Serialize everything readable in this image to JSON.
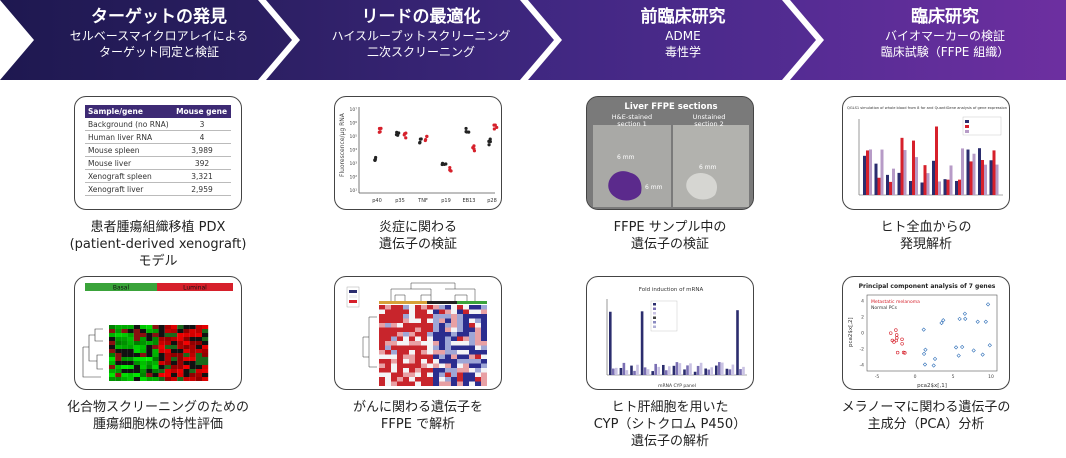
{
  "colors": {
    "banner_dark": "#221a57",
    "banner_mid": "#4a2c8c",
    "banner_light": "#6e2f9e",
    "red": "#d6202b",
    "navy": "#2b2d6e"
  },
  "stages": [
    {
      "title": "ターゲットの発見",
      "lines": [
        "セルベースマイクロアレイによる",
        "ターゲット同定と検証"
      ]
    },
    {
      "title": "リードの最適化",
      "lines": [
        "ハイスループットスクリーニング",
        "二次スクリーニング"
      ]
    },
    {
      "title": "前臨床研究",
      "lines": [
        "ADME",
        "毒性学"
      ]
    },
    {
      "title": "臨床研究",
      "lines": [
        "バイオマーカーの検証",
        "臨床試験（FFPE 組織）"
      ]
    }
  ],
  "captions": [
    [
      "患者腫瘍組織移植 PDX",
      "(patient-derived xenograft)",
      "モデル"
    ],
    [
      "炎症に関わる",
      "遺伝子の検証"
    ],
    [
      "FFPE サンプル中の",
      "遺伝子の検証"
    ],
    [
      "ヒト全血からの",
      "発現解析"
    ],
    [
      "化合物スクリーニングのための",
      "腫瘍細胞株の特性評価"
    ],
    [
      "がんに関わる遺伝子を",
      "FFPE で解析"
    ],
    [
      "ヒト肝細胞を用いた",
      "CYP（シトクロム P450）",
      "遺伝子の解析"
    ],
    [
      "メラノーマに関わる遺伝子の",
      "主成分（PCA）分析"
    ]
  ],
  "pdx_table": {
    "headers": [
      "Sample/gene",
      "Mouse gene"
    ],
    "rows": [
      [
        "Background (no RNA)",
        "3"
      ],
      [
        "Human liver RNA",
        "4"
      ],
      [
        "Mouse spleen",
        "3,989"
      ],
      [
        "Mouse liver",
        "392"
      ],
      [
        "Xenograft spleen",
        "3,321"
      ],
      [
        "Xenograft liver",
        "2,959"
      ]
    ]
  },
  "inflammation_chart": {
    "ylabel": "Fluorescence/µg RNA",
    "categories": [
      "p40",
      "p35",
      "TNF",
      "p19",
      "EB13",
      "p28"
    ],
    "yticks": [
      "10⁷",
      "10⁶",
      "10⁵",
      "10⁴",
      "10³",
      "10²",
      "10¹"
    ]
  },
  "ffpe_image": {
    "title": "Liver FFPE sections",
    "left_label": [
      "H&E-stained",
      "section 1"
    ],
    "right_label": [
      "Unstained",
      "section 2"
    ],
    "scale_labels": [
      "6 mm",
      "6 mm",
      "6 mm"
    ]
  },
  "whole_blood_chart": {
    "title": "QGLS1 simulation of whole blood from 8 for and QuantiGene analysis of gene expression"
  },
  "heatmap_tumor": {
    "labels": [
      "Basal",
      "Luminal"
    ]
  },
  "cyp_chart": {
    "title": "Fold induction of mRNA",
    "xlabel": "mRNA CYP panel"
  },
  "pca_chart": {
    "title": "Principal component analysis of 7 genes",
    "xlabel": "pca2$x[,1]",
    "ylabel": "pca2$x[,2]",
    "legend": [
      "Metastatic melanoma",
      "Normal PCs"
    ],
    "xticks": [
      "-5",
      "0",
      "5",
      "10"
    ],
    "yticks": [
      "4",
      "2",
      "0",
      "-2",
      "-4"
    ]
  }
}
